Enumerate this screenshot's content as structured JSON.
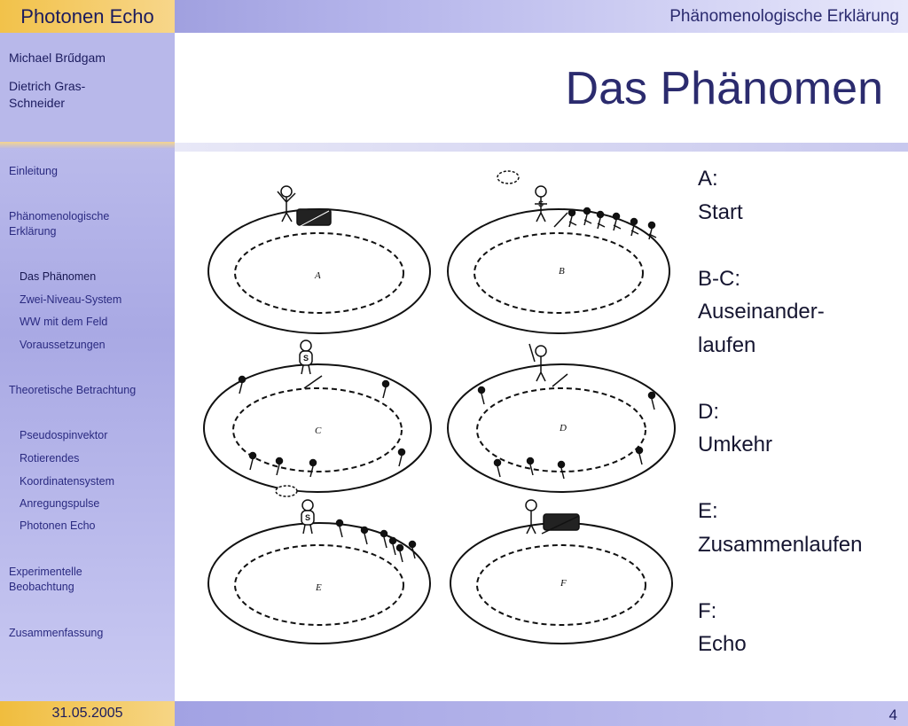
{
  "header": {
    "brand": "Photonen Echo",
    "section": "Phänomenologische Erklärung"
  },
  "authors": [
    "Michael Brűdgam",
    "Dietrich Gras-",
    "Schneider"
  ],
  "nav": [
    {
      "label": "Einleitung"
    },
    {
      "label": "Phänomenologische"
    },
    {
      "label": "Erklärung"
    },
    {
      "label": "Das Phänomen"
    },
    {
      "label": "Zwei-Niveau-System"
    },
    {
      "label": "WW mit dem Feld"
    },
    {
      "label": "Voraussetzungen"
    },
    {
      "label": "Theoretische Betrachtung"
    },
    {
      "label": "Pseudospinvektor"
    },
    {
      "label": "Rotierendes"
    },
    {
      "label": "Koordinatensystem"
    },
    {
      "label": "Anregungspulse"
    },
    {
      "label": "Photonen Echo"
    },
    {
      "label": "Experimentelle"
    },
    {
      "label": "Beobachtung"
    },
    {
      "label": "Zusammenfassung"
    }
  ],
  "title": "Das Phänomen",
  "figure": {
    "panels": [
      "A",
      "B",
      "C",
      "D",
      "E",
      "F"
    ],
    "flag_letter": "S"
  },
  "caption": [
    "A:",
    "Start",
    "",
    "B-C:",
    "Auseinander-",
    "laufen",
    "",
    "D:",
    "Umkehr",
    "",
    "E:",
    "Zusammenlaufen",
    "",
    "F:",
    "Echo"
  ],
  "footer": {
    "date": "31.05.2005",
    "page": "4"
  },
  "colors": {
    "accent_orange": "#f2c24a",
    "sidebar": "#b3b3ea",
    "title": "#2b2b6e"
  }
}
